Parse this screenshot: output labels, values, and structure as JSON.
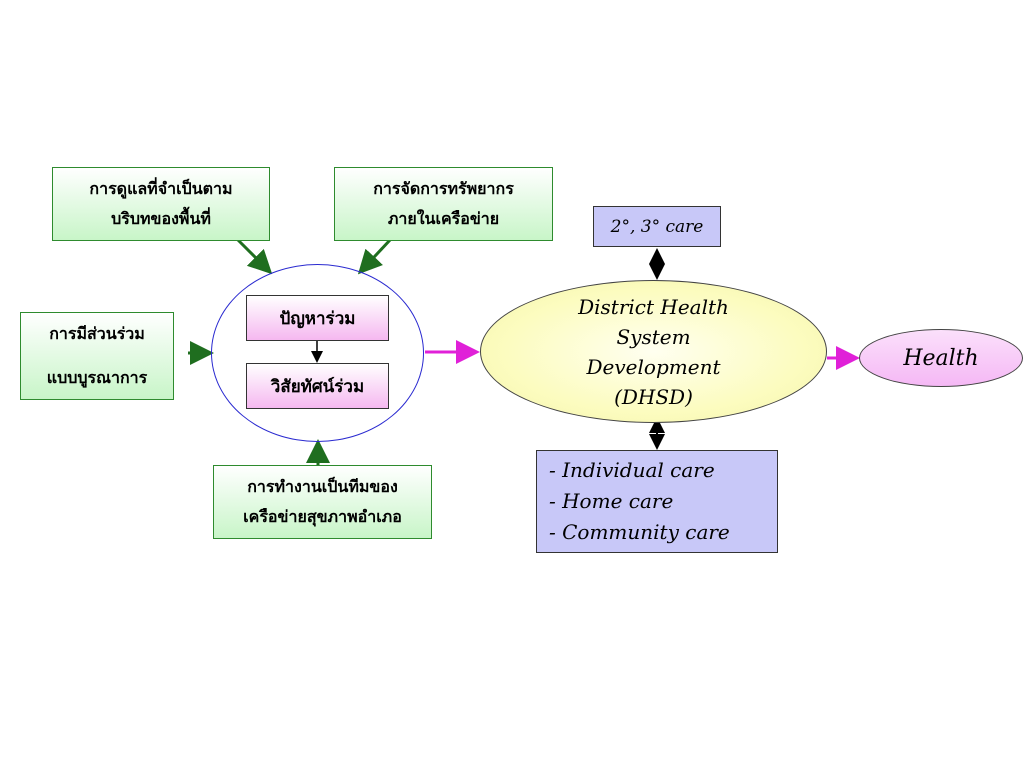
{
  "diagram": {
    "local_care_box": {
      "line1": "การดูแลที่จำเป็นตาม",
      "line2": "บริบทของพื้นที่"
    },
    "resource_box": {
      "line1": "การจัดการทรัพยากร",
      "line2": "ภายในเครือข่าย"
    },
    "participation_box": {
      "line1": "การมีส่วนร่วม",
      "line2": "แบบบูรณาการ"
    },
    "teamwork_box": {
      "line1": "การทำงานเป็นทีมของ",
      "line2": "เครือข่ายสุขภาพอำเภอ"
    },
    "shared_problem": "ปัญหาร่วม",
    "shared_vision": "วิสัยทัศน์ร่วม",
    "dhsd": {
      "line1": "District Health",
      "line2": "System",
      "line3": "Development",
      "line4": "(DHSD)"
    },
    "secondary_tertiary_care": "2°, 3° care",
    "care_list": [
      "-  Individual care",
      "-  Home care",
      "-  Community care"
    ],
    "health": "Health",
    "colors": {
      "green_arrow": "#1f6e1f",
      "pink_arrow": "#e020d8",
      "black_arrow": "#000000",
      "circle_border": "#2a2ad0"
    }
  }
}
